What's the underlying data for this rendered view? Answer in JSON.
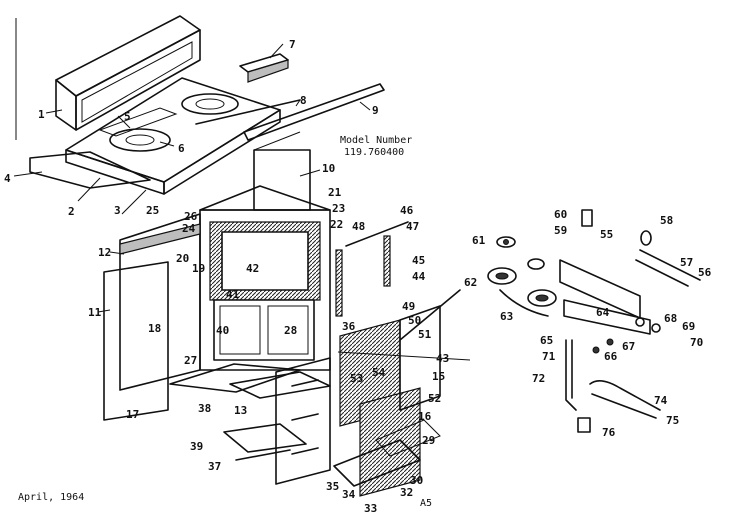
{
  "model_label": "Model Number",
  "model_number": "119.760400",
  "date": "April, 1964",
  "page_code": "A5",
  "callouts": [
    "1",
    "2",
    "3",
    "4",
    "5",
    "6",
    "7",
    "8",
    "9",
    "10",
    "11",
    "12",
    "13",
    "15",
    "16",
    "17",
    "18",
    "19",
    "20",
    "21",
    "22",
    "23",
    "24",
    "25",
    "26",
    "27",
    "28",
    "29",
    "30",
    "32",
    "33",
    "34",
    "35",
    "36",
    "37",
    "38",
    "39",
    "40",
    "41",
    "42",
    "43",
    "44",
    "45",
    "46",
    "47",
    "48",
    "49",
    "50",
    "51",
    "52",
    "53",
    "54",
    "55",
    "56",
    "57",
    "58",
    "59",
    "60",
    "61",
    "62",
    "63",
    "64",
    "65",
    "66",
    "67",
    "68",
    "69",
    "70",
    "71",
    "72",
    "74",
    "75",
    "76"
  ]
}
